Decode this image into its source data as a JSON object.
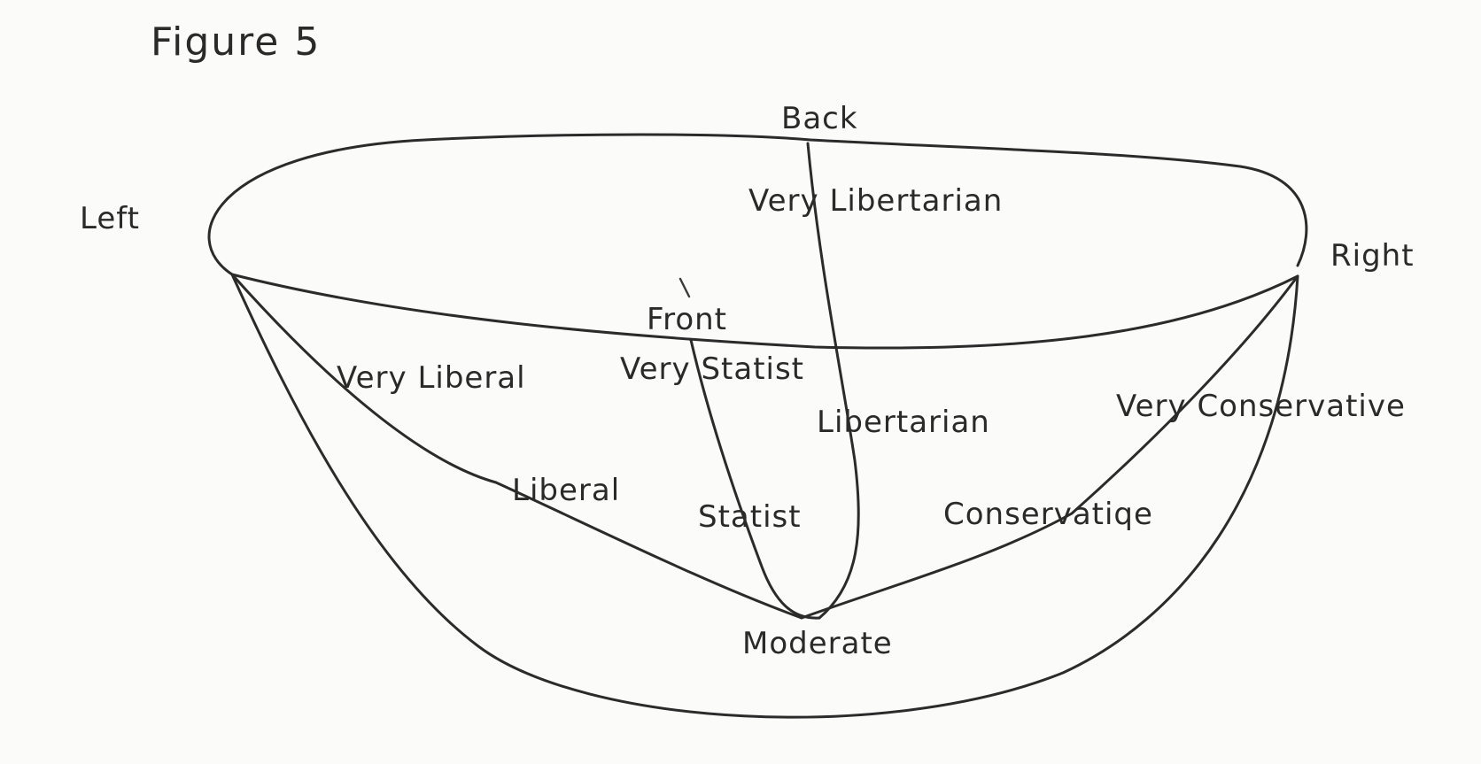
{
  "figure": {
    "title": "Figure 5"
  },
  "labels": {
    "back": "Back",
    "front": "Front",
    "left": "Left",
    "right": "Right",
    "very_libertarian": "Very Libertarian",
    "very_statist": "Very Statist",
    "very_liberal": "Very Liberal",
    "liberal": "Liberal",
    "statist": "Statist",
    "libertarian": "Libertarian",
    "very_conservative": "Very Conservative",
    "conservative": "Conservatiqe",
    "moderate": "Moderate"
  }
}
